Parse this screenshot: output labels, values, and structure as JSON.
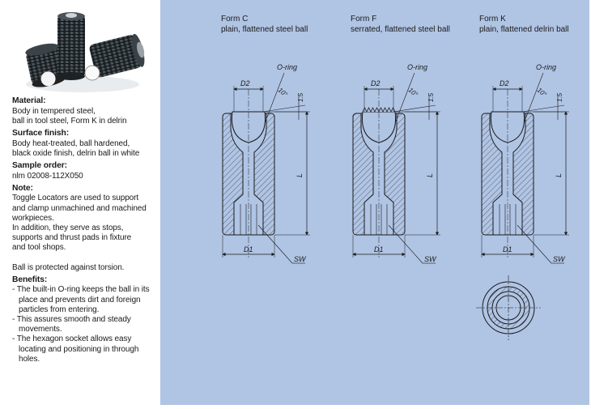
{
  "left": {
    "material": {
      "heading": "Material:",
      "lines": [
        "Body in tempered steel,",
        "ball in tool steel, Form K in delrin"
      ]
    },
    "surface": {
      "heading": "Surface finish:",
      "lines": [
        "Body heat-treated, ball hardened,",
        "black oxide finish, delrin ball in white"
      ]
    },
    "order": {
      "heading": "Sample order:",
      "lines": [
        "nlm 02008-112X050"
      ]
    },
    "note": {
      "heading": "Note:",
      "lines": [
        "Toggle Locators are used to support",
        "and clamp unmachined and machined",
        "workpieces.",
        "In addition, they serve as stops,",
        "supports and thrust pads in fixture",
        "and tool shops.",
        "",
        "Ball is protected against torsion."
      ]
    },
    "benefits": {
      "heading": "Benefits:",
      "items": [
        "- The built-in O-ring keeps the ball in its place and prevents dirt and foreign particles from entering.",
        "- This assures smooth and steady movements.",
        "- The hexagon socket allows easy locating and positioning in through holes."
      ]
    }
  },
  "forms": [
    {
      "title": "Form C",
      "subtitle": "plain, flattened steel ball"
    },
    {
      "title": "Form F",
      "subtitle": "serrated, flattened steel ball"
    },
    {
      "title": "Form K",
      "subtitle": "plain, flattened delrin ball"
    }
  ],
  "labels": {
    "oring": "O-ring",
    "d2": "D2",
    "d1": "D1",
    "sw": "SW",
    "l": "L",
    "angle": "10°",
    "dim": "1.5"
  },
  "colors": {
    "panel": "#b0c4e4",
    "line": "#1a1a1a",
    "photo_bg": "#ffffff",
    "screw": "#2e3438"
  }
}
